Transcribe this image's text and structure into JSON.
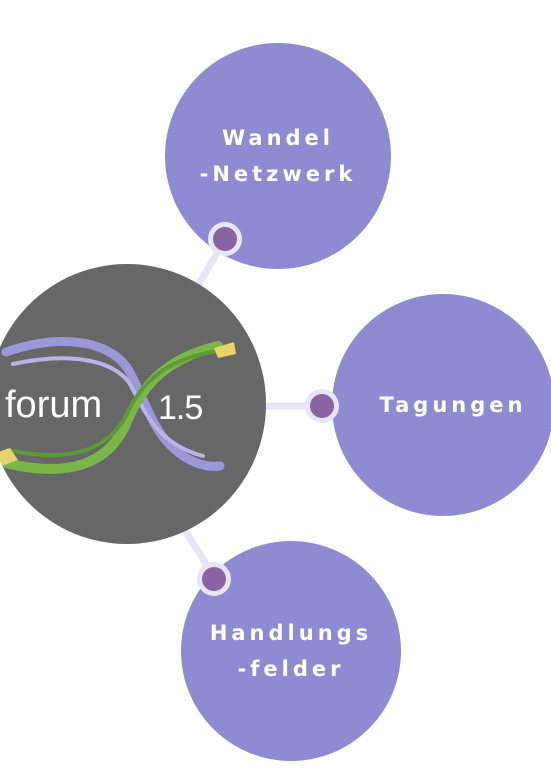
{
  "hub": {
    "logo_word_left": "forum",
    "logo_word_right": "1.5",
    "color": "#676767"
  },
  "nodes": [
    {
      "lines": [
        "Wandel",
        "-Netzwerk"
      ]
    },
    {
      "lines": [
        "Tagungen"
      ]
    },
    {
      "lines": [
        "Handlungs",
        "-felder"
      ]
    }
  ],
  "colors": {
    "bubble": "#8f8bd2",
    "connector": "#e8e6f6",
    "dot": "#8a63a3",
    "swoosh_green": "#7ab648",
    "swoosh_lavender": "#9b97d8",
    "swoosh_yellow": "#e8d36a"
  }
}
